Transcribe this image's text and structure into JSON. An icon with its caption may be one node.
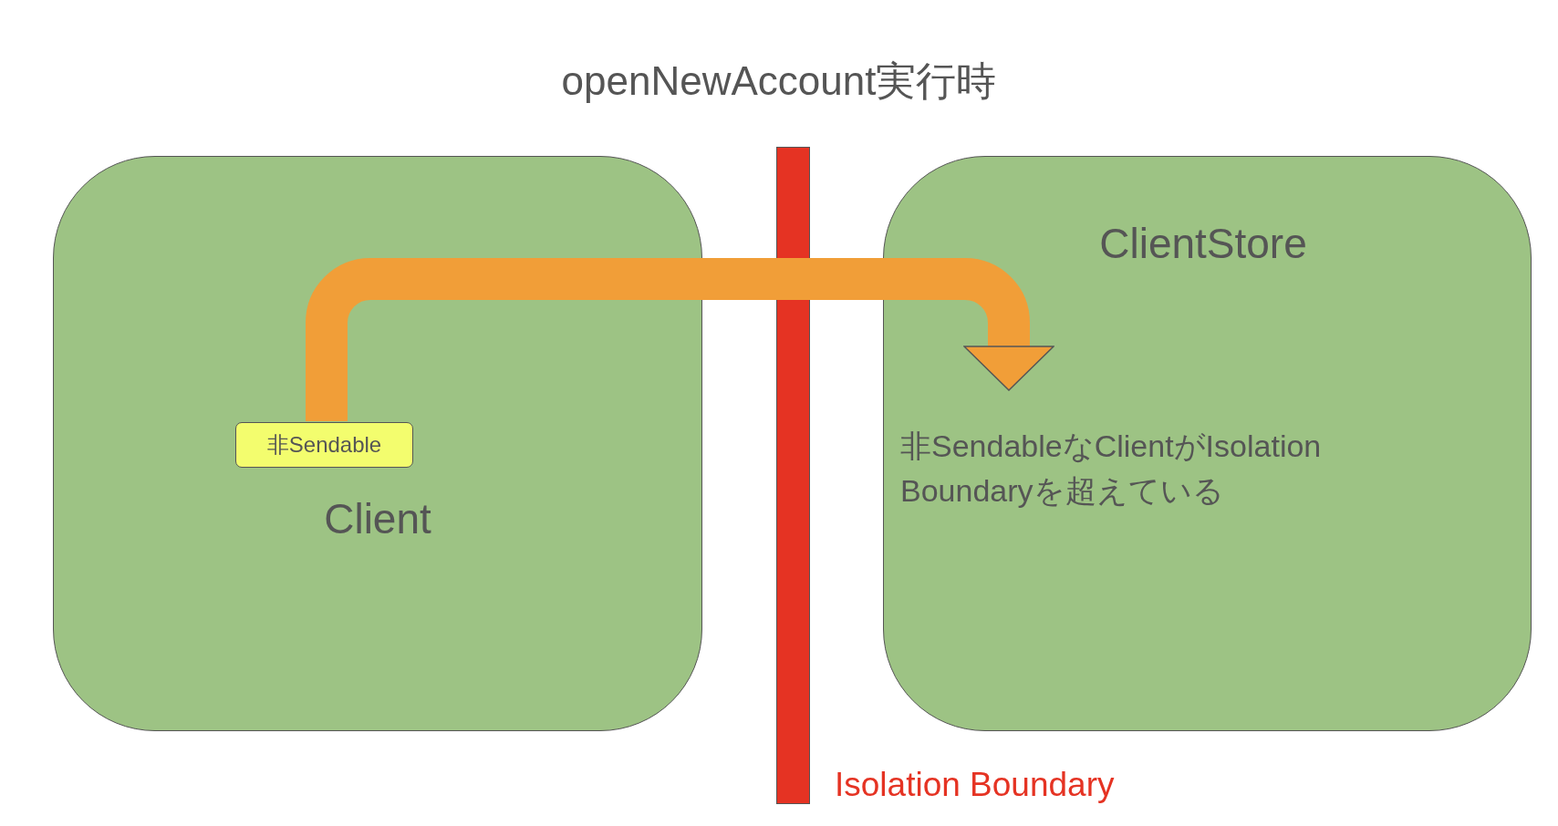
{
  "diagram": {
    "title": "openNewAccount実行時",
    "nodes": [
      {
        "text": [
          "Client"
        ]
      },
      {
        "text": [
          "非Sendable"
        ],
        "in": 0
      },
      {
        "text": [
          "ClientStore",
          "非SendableなClientがIsolation Boundaryを超えている"
        ]
      }
    ],
    "edges": [
      {
        "from": 1,
        "to": 2,
        "arrow": "to"
      }
    ],
    "labels": [
      "Isolation Boundary"
    ]
  }
}
